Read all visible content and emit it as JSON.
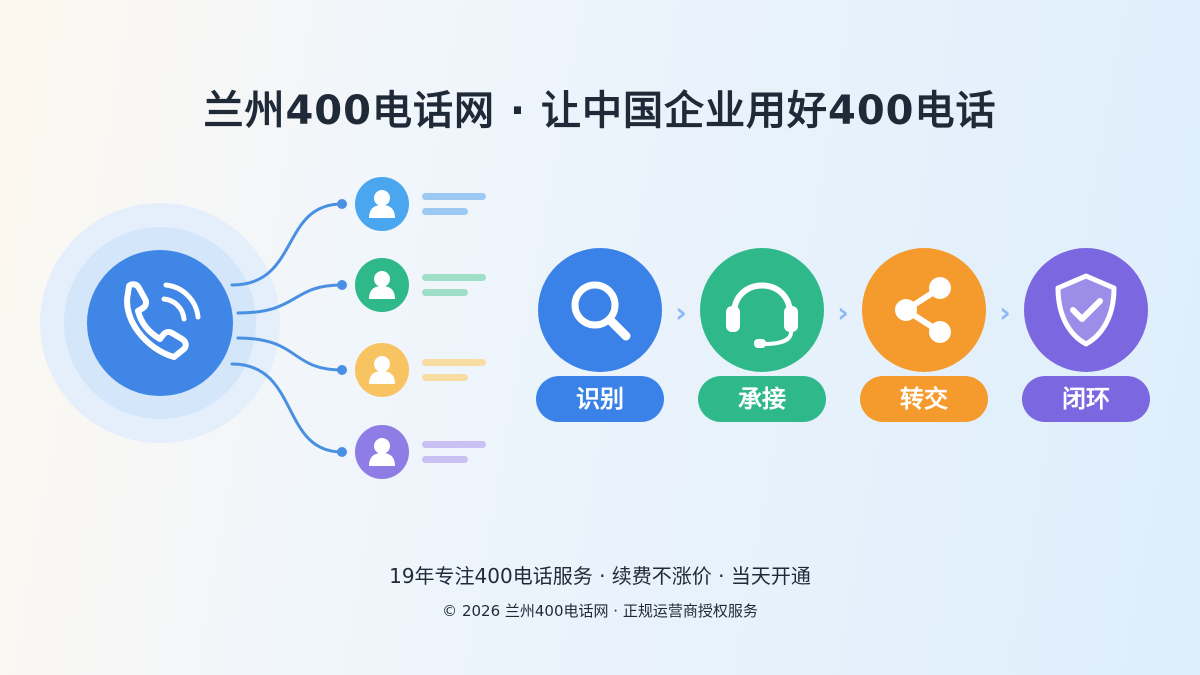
{
  "title": "兰州400电话网 · 让中国企业用好400电话",
  "flow": {
    "steps": [
      {
        "label": "识别",
        "color": "#3b82e8",
        "icon": "search-icon"
      },
      {
        "label": "承接",
        "color": "#2fb88a",
        "icon": "headset-icon"
      },
      {
        "label": "转交",
        "color": "#f59a2c",
        "icon": "share-icon"
      },
      {
        "label": "闭环",
        "color": "#7b68e0",
        "icon": "shield-check-icon"
      }
    ],
    "separator": "›"
  },
  "routing": {
    "hub_icon": "phone-ringing-icon",
    "hub_color": "#3f86e6",
    "agents": [
      {
        "icon": "user-icon",
        "color": "#4aa6ef",
        "line_color": "#9cc9f4"
      },
      {
        "icon": "user-icon",
        "color": "#2fb88a",
        "line_color": "#9fdfc8"
      },
      {
        "icon": "user-icon",
        "color": "#f8c462",
        "line_color": "#f9dca2"
      },
      {
        "icon": "user-icon",
        "color": "#8f7de6",
        "line_color": "#c9c0f3"
      }
    ]
  },
  "tagline": "19年专注400电话服务 · 续费不涨价 · 当天开通",
  "footer": "© 2026 兰州400电话网 · 正规运营商授权服务"
}
